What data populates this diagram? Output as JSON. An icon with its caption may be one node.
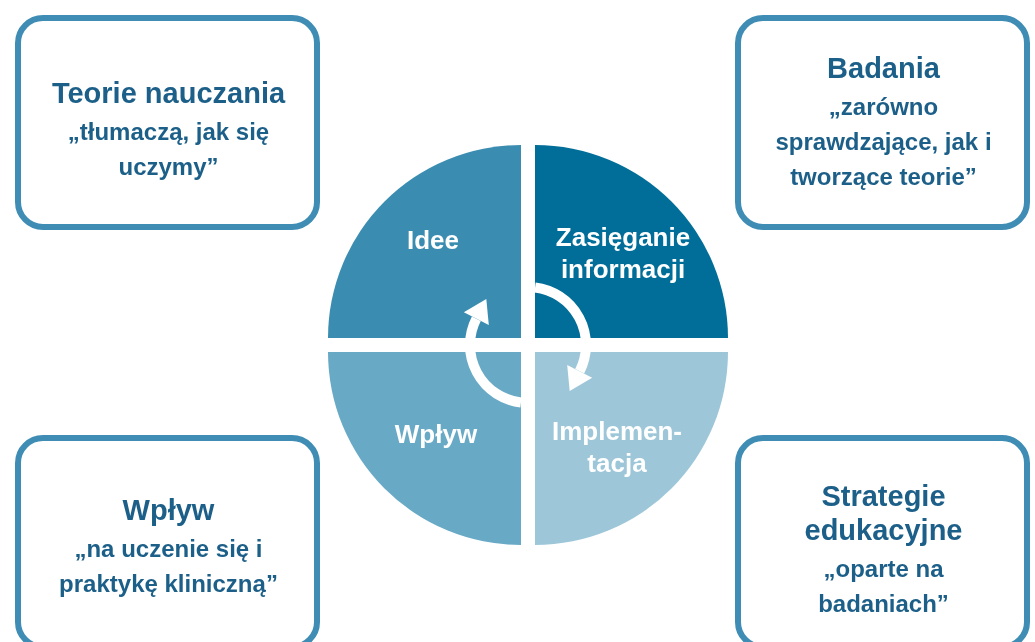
{
  "diagram": {
    "nodes": [
      {
        "text": [
          "Teorie nauczania",
          "„tłumaczą, jak się uczymy”"
        ]
      },
      {
        "text": [
          "Badania",
          "„zarówno sprawdzające, jak i tworzące teorie”"
        ]
      },
      {
        "text": [
          "Idee"
        ]
      },
      {
        "text": [
          "Zasięganie informacji"
        ]
      },
      {
        "text": [
          "Wpływ"
        ]
      },
      {
        "text": [
          "Implemen-tacja"
        ]
      },
      {
        "text": [
          "Wpływ",
          "„na uczenie się i praktykę kliniczną”"
        ]
      },
      {
        "text": [
          "Strategie edukacyjne",
          "„oparte na badaniach”"
        ]
      }
    ],
    "edges": [
      {
        "from": 4,
        "to": 2,
        "arrow": "to"
      },
      {
        "from": 3,
        "to": 5,
        "arrow": "to"
      }
    ]
  }
}
